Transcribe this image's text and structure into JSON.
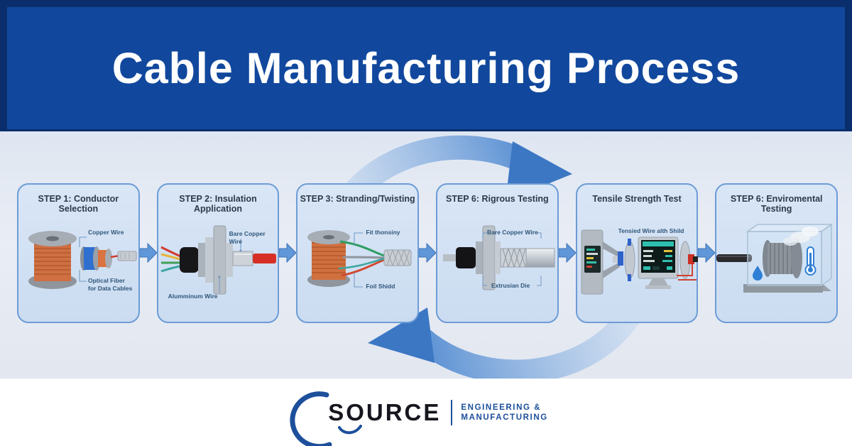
{
  "banner": {
    "title": "Cable Manufacturing Process"
  },
  "steps": [
    {
      "title": "STEP 1: Conductor Selection",
      "label_top": "Copper Wire",
      "label_bottom": "Optical Fiber\nfor Data Cables"
    },
    {
      "title": "STEP 2: Insulation Application",
      "label_top": "Bare Copper Wire",
      "label_bottom": "Alumminum Wire"
    },
    {
      "title": "STEP 3: Stranding/Twisting",
      "label_top": "Fit thonsiny",
      "label_bottom": "Foil Shidd"
    },
    {
      "title": "STEP 6: Rigrous Testing",
      "label_top": "Bare Copper Wire",
      "label_bottom": "Extrusian Die"
    },
    {
      "title": "Tensile Strength Test",
      "label_top": "Tensied Wire alth Shild"
    },
    {
      "title": "STEP 6: Enviromental Testing"
    }
  ],
  "footer": {
    "brand": "SOURCE",
    "tagline_line1": "ENGINEERING &",
    "tagline_line2": "MANUFACTURING"
  },
  "colors": {
    "banner_blue": "#11489d",
    "frame_navy": "#0a2e6b",
    "panel_border": "#6d9cd6",
    "arrow_blue": "#4b86cf",
    "logo_navy": "#1d4f9b",
    "copper_orange": "#cf6f42"
  }
}
